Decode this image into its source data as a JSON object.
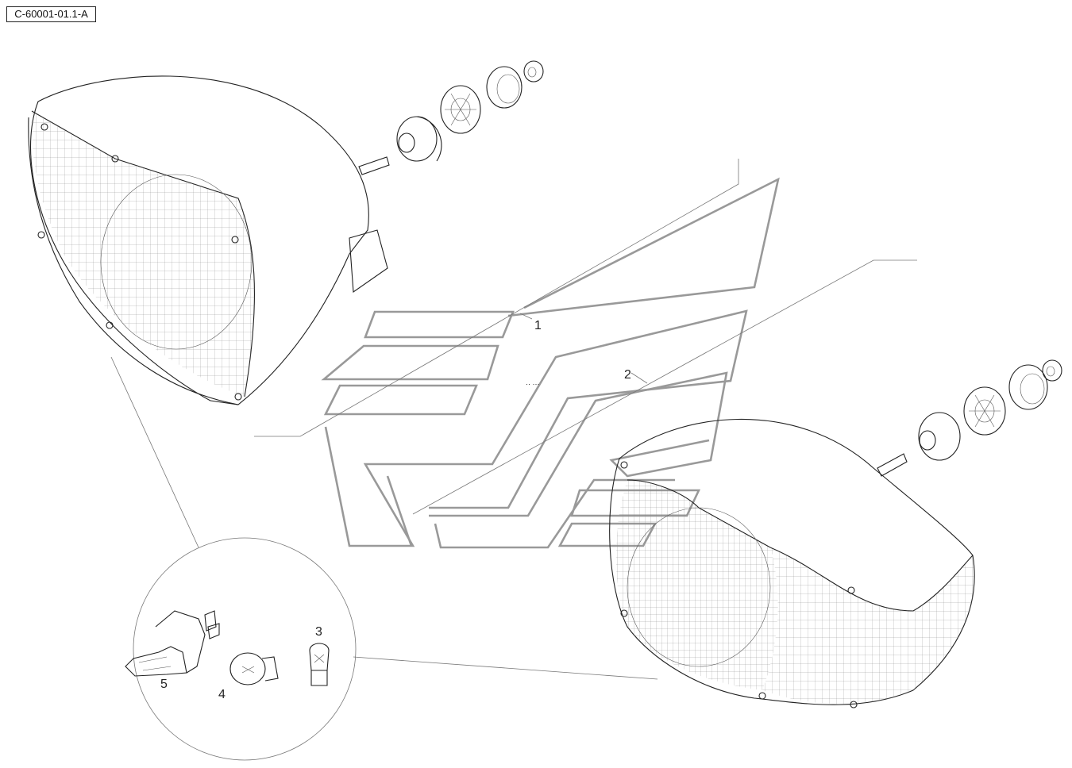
{
  "drawing_code": "C-60001-01.1-A",
  "callouts": [
    {
      "id": "1",
      "label": "1"
    },
    {
      "id": "2",
      "label": "2"
    },
    {
      "id": "3",
      "label": "3"
    },
    {
      "id": "4",
      "label": "4"
    },
    {
      "id": "5",
      "label": "5"
    }
  ],
  "colors": {
    "line": "#222222",
    "watermark": "#999999",
    "background": "#ffffff"
  },
  "icons": [
    "headlamp-left-icon",
    "headlamp-right-icon",
    "bulb-h4-icon",
    "bulb-ba15s-icon",
    "bulb-ba9s-icon",
    "logo-watermark-icon"
  ]
}
